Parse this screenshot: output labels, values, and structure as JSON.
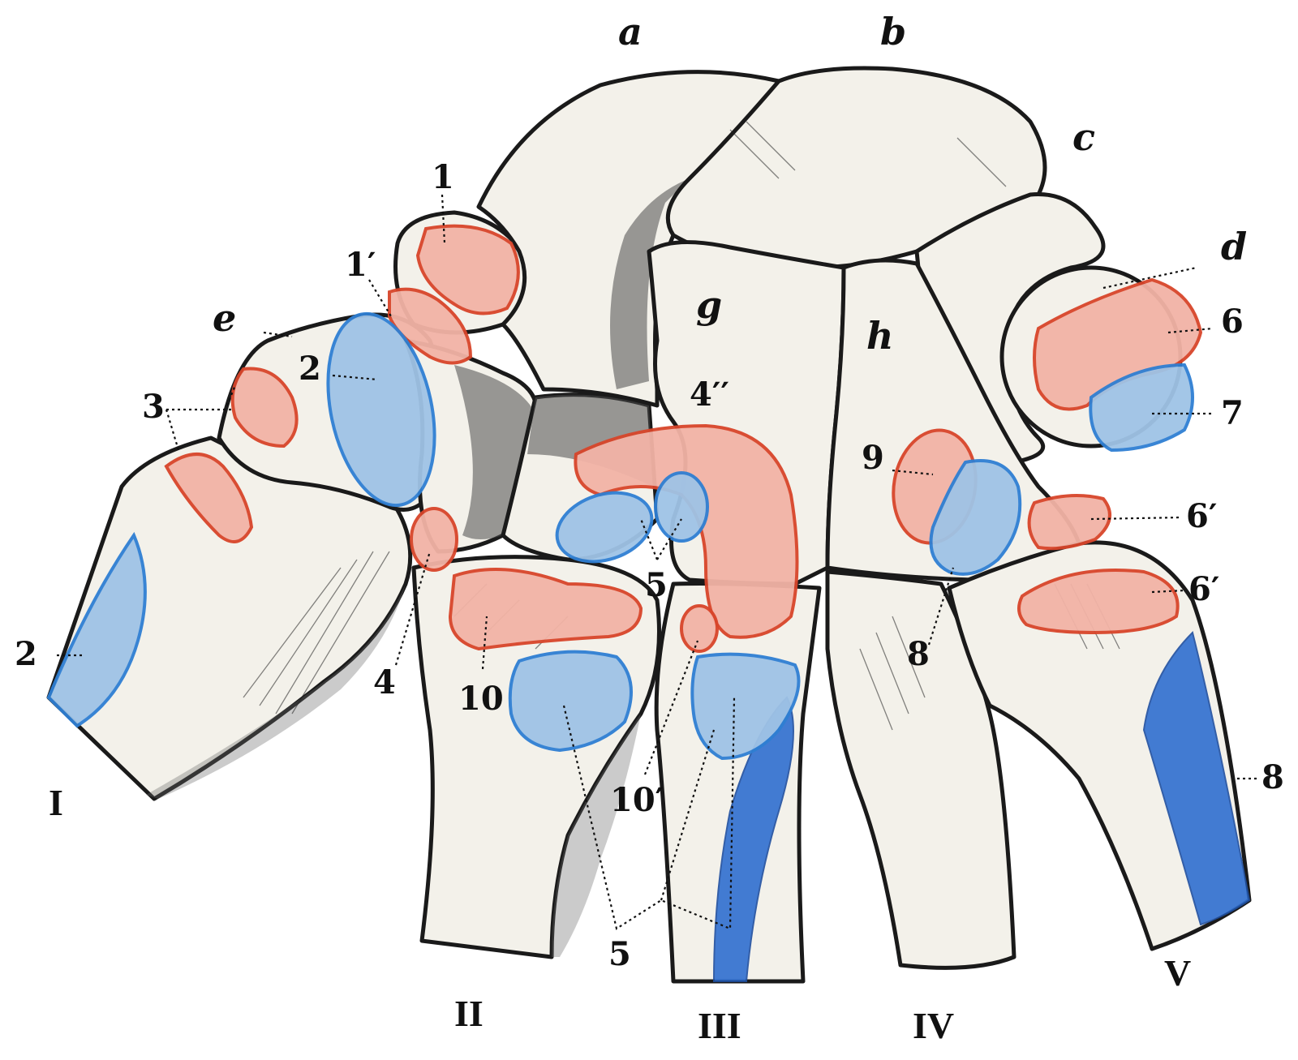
{
  "letters": {
    "a": "a",
    "b": "b",
    "c": "c",
    "d": "d",
    "e": "e",
    "g": "g",
    "h": "h"
  },
  "numbers": {
    "n1": "1",
    "n1p": "1′",
    "n2_upper": "2",
    "n2_lower": "2",
    "n3": "3",
    "n4": "4",
    "n4pp": "4′′",
    "n5_mid": "5",
    "n5_bottom": "5",
    "n6": "6",
    "n6p_upper": "6′",
    "n6p_lower": "6′",
    "n7": "7",
    "n8_mid": "8",
    "n8_right": "8",
    "n9": "9",
    "n10": "10",
    "n10p": "10′"
  },
  "metacarpals": {
    "I": "I",
    "II": "II",
    "III": "III",
    "IV": "IV",
    "V": "V"
  },
  "colors": {
    "red_facet": "#d8452a",
    "blue_facet": "#2f7fd3",
    "bone": "#f3f1ea",
    "ink": "#1a1a1a"
  }
}
